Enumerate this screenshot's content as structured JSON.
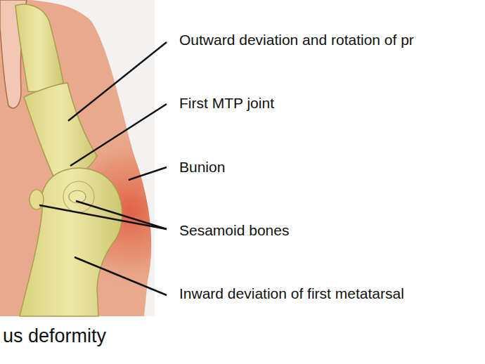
{
  "diagram": {
    "caption": "us deformity",
    "labels": [
      "Outward deviation and rotation of pr",
      "First MTP joint",
      "Bunion",
      "Sesamoid bones",
      "Inward deviation of first metatarsal"
    ]
  }
}
